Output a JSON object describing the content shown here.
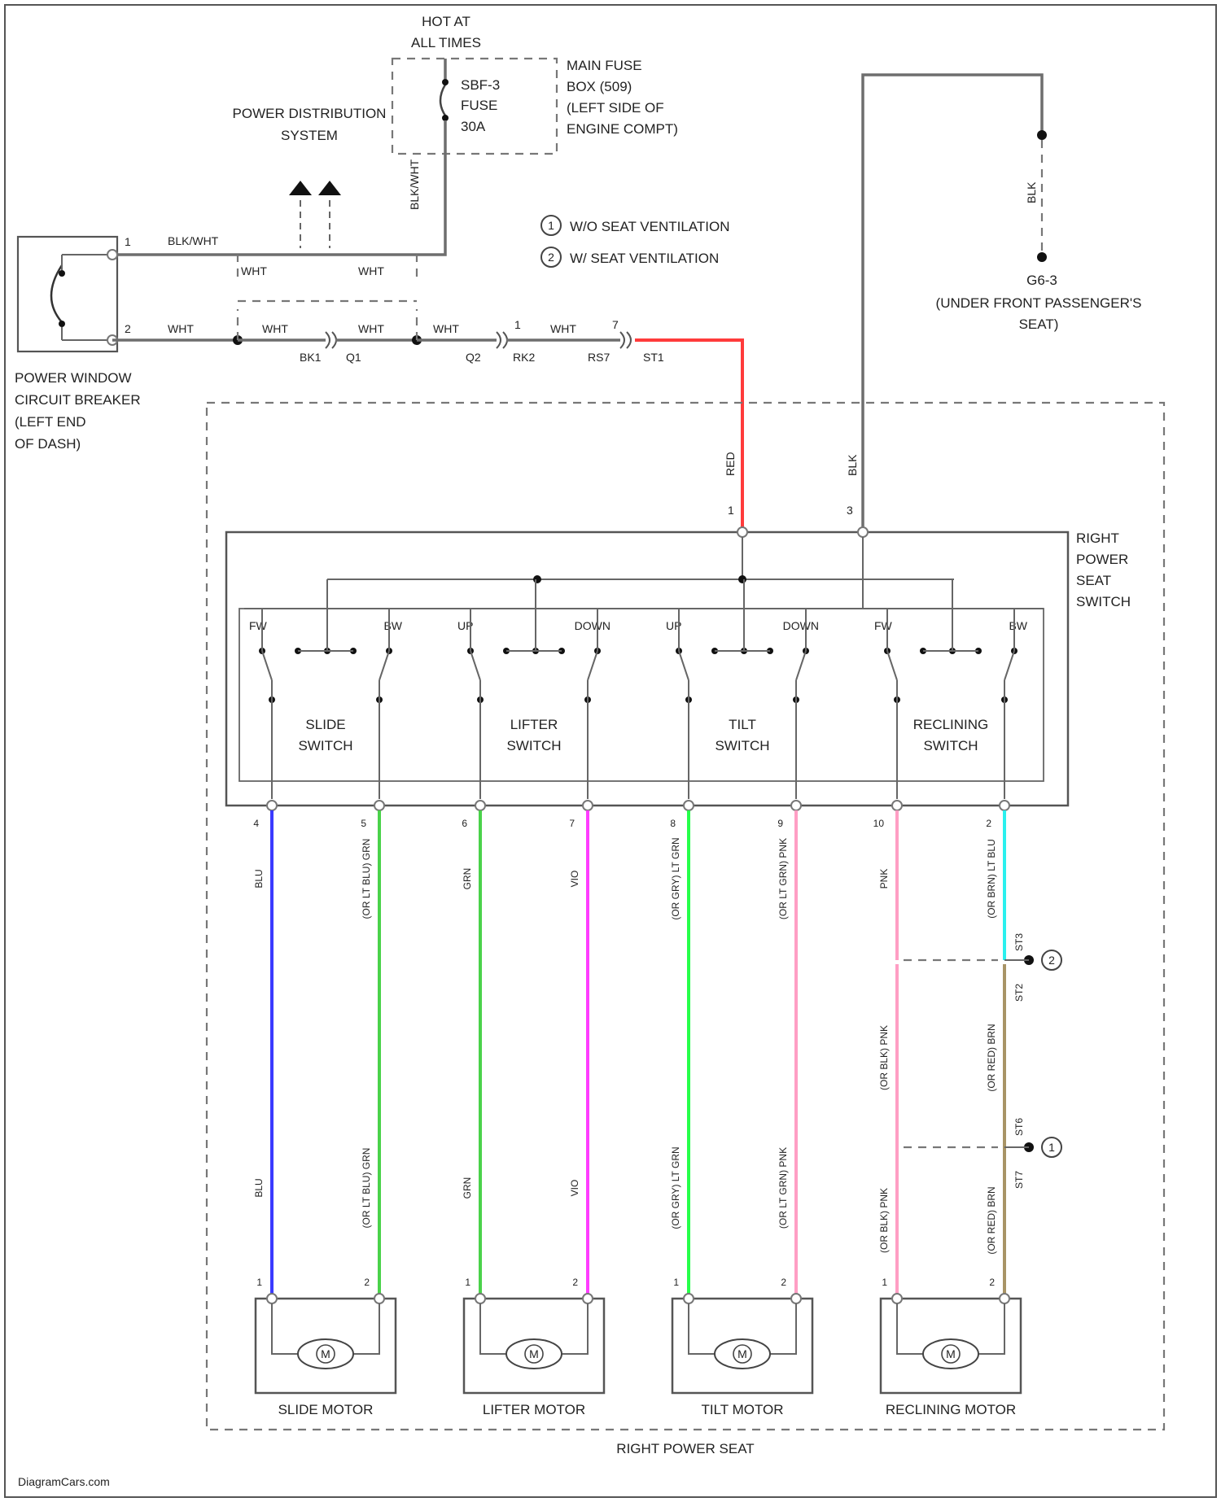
{
  "hot_label": [
    "HOT AT",
    "ALL TIMES"
  ],
  "fuse": {
    "name": "SBF-3",
    "type": "FUSE",
    "rating": "30A"
  },
  "main_fuse_box": [
    "MAIN FUSE",
    "BOX (509)",
    "(LEFT SIDE OF",
    "ENGINE COMPT)"
  ],
  "power_distribution": [
    "POWER DISTRIBUTION",
    "SYSTEM"
  ],
  "circuit_breaker": [
    "POWER WINDOW",
    "CIRCUIT BREAKER",
    "(LEFT END",
    "OF DASH)"
  ],
  "legend": [
    {
      "num": "1",
      "text": "W/O SEAT VENTILATION"
    },
    {
      "num": "2",
      "text": "W/ SEAT VENTILATION"
    }
  ],
  "ground": {
    "id": "G6-3",
    "location": [
      "(UNDER FRONT PASSENGER'S",
      "SEAT)"
    ]
  },
  "right_power_seat_switch": [
    "RIGHT",
    "POWER",
    "SEAT",
    "SWITCH"
  ],
  "right_power_seat": "RIGHT POWER SEAT",
  "switches": [
    {
      "name": [
        "SLIDE",
        "SWITCH"
      ],
      "left": "FW",
      "right": "BW"
    },
    {
      "name": [
        "LIFTER",
        "SWITCH"
      ],
      "left": "UP",
      "right": "DOWN"
    },
    {
      "name": [
        "TILT",
        "SWITCH"
      ],
      "left": "UP",
      "right": "DOWN"
    },
    {
      "name": [
        "RECLINING",
        "SWITCH"
      ],
      "left": "FW",
      "right": "BW"
    }
  ],
  "motors": [
    "SLIDE MOTOR",
    "LIFTER MOTOR",
    "TILT MOTOR",
    "RECLINING MOTOR"
  ],
  "motor_symbol": "M",
  "wires": {
    "blk_wht_vertical": "BLK/WHT",
    "blk_wht_breaker": "BLK/WHT",
    "wht": "WHT",
    "red": "RED",
    "blk": "BLK",
    "slide_a": "BLU",
    "slide_b": "(OR LT BLU) GRN",
    "lifter_a": "GRN",
    "lifter_b": "VIO",
    "tilt_a": "(OR GRY) LT GRN",
    "tilt_b": "(OR LT GRN) PNK",
    "recl_a": "PNK",
    "recl_b": "(OR BRN) LT BLU",
    "recl_a_low": "(OR BLK) PNK",
    "recl_b_low": "(OR RED) BRN"
  },
  "connectors": {
    "bk1": "BK1",
    "q1": "Q1",
    "q2": "Q2",
    "rk2": "RK2",
    "rs7": "RS7",
    "st1": "ST1",
    "st2": "ST2",
    "st3": "ST3",
    "st6": "ST6",
    "st7": "ST7"
  },
  "pins": {
    "breaker_1": "1",
    "breaker_2": "2",
    "q_1": "1",
    "rs7_7": "7",
    "sw_red": "1",
    "sw_blk": "3",
    "sw_bottom": [
      "4",
      "5",
      "6",
      "7",
      "8",
      "9",
      "10",
      "2"
    ],
    "motor": [
      "1",
      "2",
      "1",
      "2",
      "1",
      "2",
      "1",
      "2"
    ]
  },
  "wire_colors": {
    "red": "#ff3b3b",
    "blu": "#3a3aff",
    "grn": "#4ad24a",
    "vio": "#ff3dff",
    "ltgrn": "#26ff4a",
    "pnk": "#ff9ec4",
    "ltblu": "#2af0ee",
    "brn": "#a89466"
  },
  "watermark": "DiagramCars.com"
}
